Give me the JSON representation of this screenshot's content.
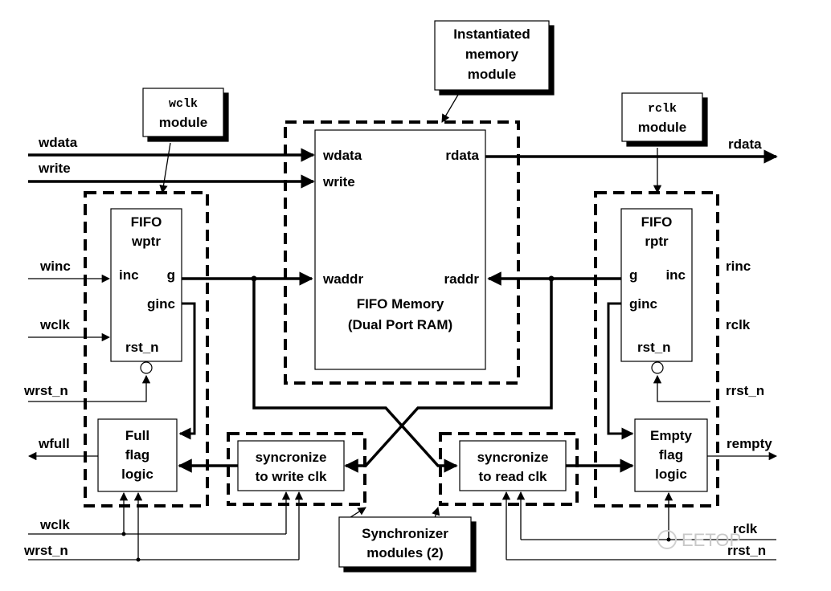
{
  "callouts": {
    "memory_module": [
      "Instantiated",
      "memory",
      "module"
    ],
    "wclk_module": {
      "mono": "wclk",
      "text": "module"
    },
    "rclk_module": {
      "mono": "rclk",
      "text": "module"
    },
    "sync_modules": [
      "Synchronizer",
      "modules (2)"
    ]
  },
  "memory": {
    "wdata": "wdata",
    "write": "write",
    "waddr": "waddr",
    "rdata": "rdata",
    "raddr": "raddr",
    "title": [
      "FIFO Memory",
      "(Dual Port RAM)"
    ]
  },
  "wptr": {
    "title": [
      "FIFO",
      "wptr"
    ],
    "inc": "inc",
    "g": "g",
    "ginc": "ginc",
    "rst_n": "rst_n"
  },
  "rptr": {
    "title": [
      "FIFO",
      "rptr"
    ],
    "g": "g",
    "inc": "inc",
    "ginc": "ginc",
    "rst_n": "rst_n"
  },
  "full_logic": [
    "Full",
    "flag",
    "logic"
  ],
  "empty_logic": [
    "Empty",
    "flag",
    "logic"
  ],
  "sync_write": [
    "syncronize",
    "to write clk"
  ],
  "sync_read": [
    "syncronize",
    "to read clk"
  ],
  "signals_left": {
    "wdata": "wdata",
    "write": "write",
    "winc": "winc",
    "wclk": "wclk",
    "wrst_n": "wrst_n",
    "wfull": "wfull",
    "wclk_bottom": "wclk",
    "wrst_n_bottom": "wrst_n"
  },
  "signals_right": {
    "rdata": "rdata",
    "rinc": "rinc",
    "rclk": "rclk",
    "rrst_n": "rrst_n",
    "rempty": "rempty",
    "rclk_bottom": "rclk",
    "rrst_n_bottom": "rrst_n"
  },
  "watermark": "EETOP"
}
